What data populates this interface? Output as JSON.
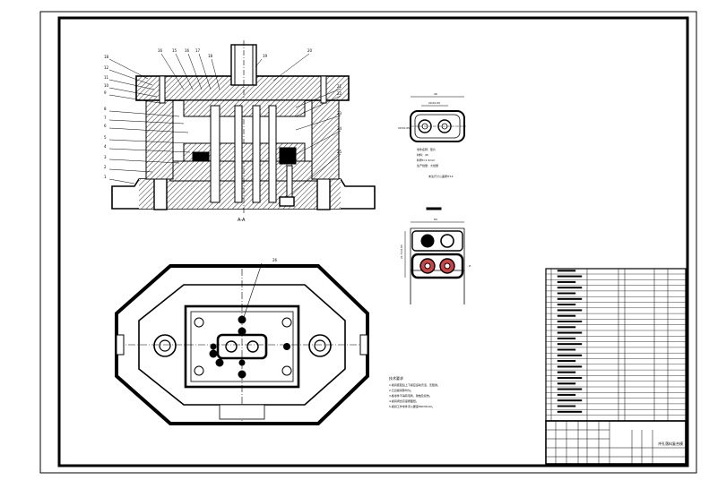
{
  "section_label": "A-A",
  "callouts_left": [
    "18",
    "12",
    "11",
    "10",
    "9",
    "8",
    "7",
    "6",
    "5",
    "4",
    "3",
    "2",
    "1"
  ],
  "callouts_top": [
    "16",
    "15",
    "16",
    "17",
    "18",
    "19",
    "20"
  ],
  "callouts_right": [
    "21",
    "22",
    "23",
    "24",
    "25"
  ],
  "callout_plan": "26",
  "part_dims": {
    "width": "40",
    "slot": "20±0.05",
    "height": "20±0.05"
  },
  "part_notes": [
    "零件名称：垫片",
    "材料：45",
    "料厚t=1.5mm",
    "生产批量：大批量",
    "未注尺寸公差按IT14"
  ],
  "strip_dims": {
    "width": "84",
    "height": "21.5±0.05",
    "marker": "Z"
  },
  "tech_req_title": "技术要求",
  "tech_req": [
    "1.模具装配后上下模应运动灵活、无阻滞。",
    "2.凸凹模间隙均匀。",
    "3.各零件不得有毛刺、锈蚀及损伤。",
    "4.模具闭合高度按图纸。",
    "5.模具工作零件淬火硬度HRC58-62。"
  ],
  "title_block": {
    "drawing_name": "冲孔落料复合模"
  }
}
